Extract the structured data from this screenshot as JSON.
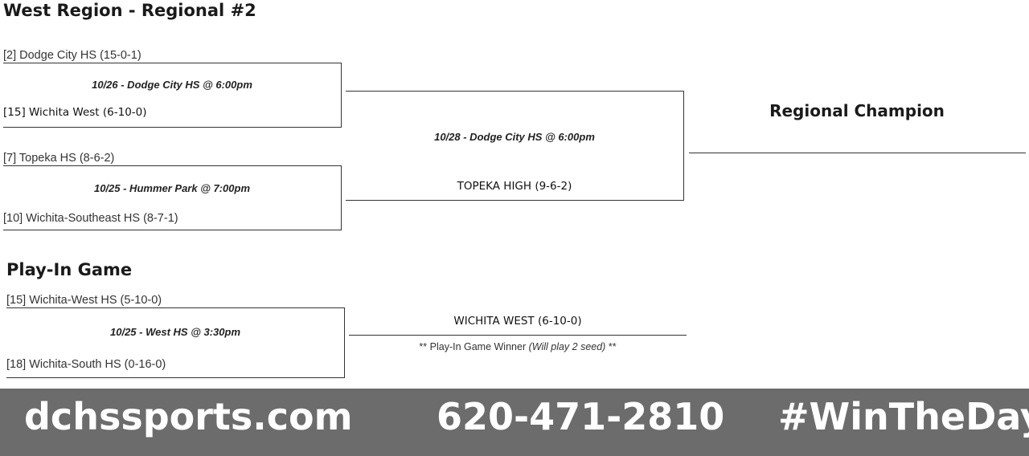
{
  "header": {
    "title": "West Region - Regional #2"
  },
  "bracket": {
    "game1": {
      "top_team": "[2] Dodge City HS    (15-0-1)",
      "info": "10/26 - Dodge City HS @ 6:00pm",
      "bottom_team": "[15] Wichita West (6-10-0)"
    },
    "game2": {
      "top_team": "[7] Topeka HS    (8-6-2)",
      "info": "10/25 - Hummer Park @ 7:00pm",
      "bottom_team": "[10] Wichita-Southeast HS    (8-7-1)"
    },
    "final": {
      "info": "10/28 - Dodge City HS @ 6:00pm",
      "advancing": "TOPEKA HIGH (9-6-2)"
    },
    "champion_label": "Regional Champion"
  },
  "playin": {
    "title": "Play-In Game",
    "top_team": "[15] Wichita-West HS    (5-10-0)",
    "info": "10/25 - West HS @ 3:30pm",
    "bottom_team": "[18] Wichita-South HS    (0-16-0)",
    "winner": "WICHITA WEST (6-10-0)",
    "note_prefix": "** Play-In Game Winner ",
    "note_italic": "(Will play 2 seed)",
    "note_suffix": " **"
  },
  "footer": {
    "website": "dchssports.com",
    "phone": "620-471-2810",
    "hashtag": "#WinTheDay"
  }
}
